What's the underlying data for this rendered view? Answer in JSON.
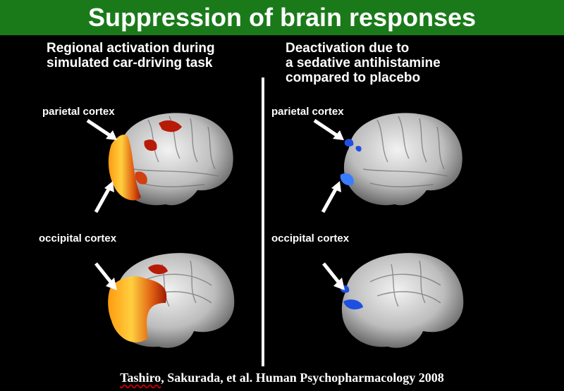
{
  "title": "Suppression of brain responses",
  "left_heading": "Regional activation during\nsimulated car-driving task",
  "right_heading": "Deactivation due to\na sedative antihistamine\ncompared to placebo",
  "labels": {
    "parietal": "parietal cortex",
    "occipital": "occipital cortex"
  },
  "citation": {
    "first_word": "Tashiro",
    "rest": ", Sakurada, et al. Human Psychopharmacology 2008"
  },
  "colors": {
    "title_bar": "#1a7a1a",
    "activation": "#e85a10",
    "deactivation": "#1f4fe0"
  }
}
